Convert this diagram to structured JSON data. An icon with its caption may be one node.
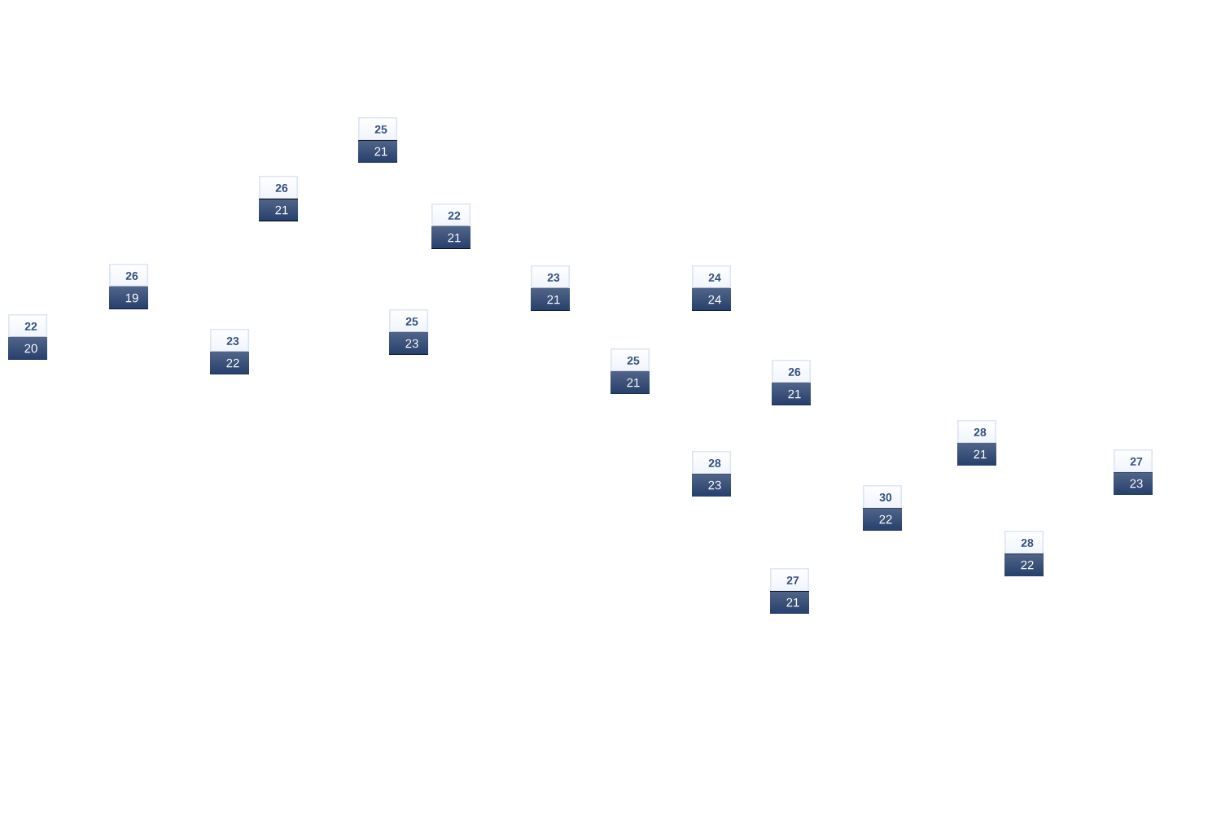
{
  "diagram": {
    "nodes": [
      {
        "text": [
          "25",
          "21"
        ]
      },
      {
        "text": [
          "26",
          "21"
        ]
      },
      {
        "text": [
          "22",
          "21"
        ]
      },
      {
        "text": [
          "26",
          "19"
        ]
      },
      {
        "text": [
          "23",
          "21"
        ]
      },
      {
        "text": [
          "24",
          "24"
        ]
      },
      {
        "text": [
          "25",
          "23"
        ]
      },
      {
        "text": [
          "22",
          "20"
        ]
      },
      {
        "text": [
          "23",
          "22"
        ]
      },
      {
        "text": [
          "25",
          "21"
        ]
      },
      {
        "text": [
          "26",
          "21"
        ]
      },
      {
        "text": [
          "28",
          "21"
        ]
      },
      {
        "text": [
          "27",
          "23"
        ]
      },
      {
        "text": [
          "28",
          "23"
        ]
      },
      {
        "text": [
          "30",
          "22"
        ]
      },
      {
        "text": [
          "28",
          "22"
        ]
      },
      {
        "text": [
          "27",
          "21"
        ]
      }
    ]
  }
}
